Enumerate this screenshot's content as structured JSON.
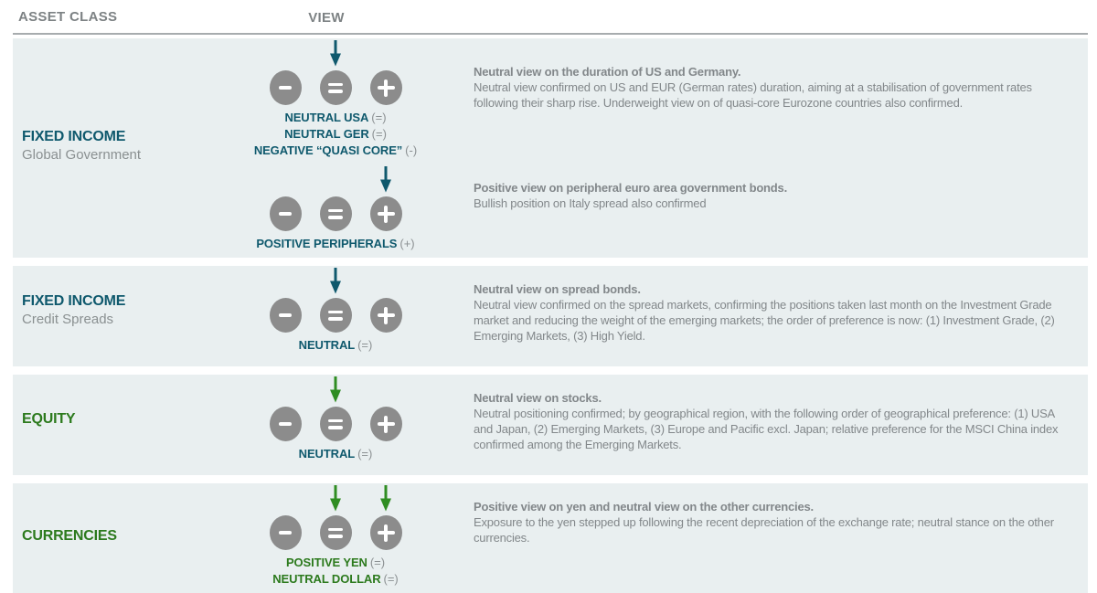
{
  "header": {
    "asset_class": "ASSET CLASS",
    "view": "VIEW"
  },
  "colors": {
    "teal": "#0f596d",
    "green": "#2c7a1d",
    "green_arrow": "#2f8d22",
    "circle_gray": "#8c8c8c",
    "row_bg": "#e9eff0",
    "text_gray": "#82878a",
    "suffix_gray": "#8c9193",
    "subtitle_gray": "#8a9091",
    "header_gray": "#7d8284",
    "line_gray": "#a7acae"
  },
  "rows": [
    {
      "title": "FIXED INCOME",
      "subtitle": "Global Government",
      "sections": [
        {
          "arrow_on": [
            "equal"
          ],
          "labels": [
            {
              "text": "NEUTRAL USA",
              "suffix": "(=)"
            },
            {
              "text": "NEUTRAL GER",
              "suffix": "(=)"
            },
            {
              "text": "NEGATIVE “QUASI CORE”",
              "suffix": "(-)"
            }
          ],
          "heading": "Neutral view on the duration of US and Germany.",
          "body": "Neutral view confirmed on US and EUR (German rates) duration, aiming at a stabilisation of government rates following their sharp rise. Underweight view on of quasi-core Eurozone countries also confirmed."
        },
        {
          "arrow_on": [
            "plus"
          ],
          "labels": [
            {
              "text": "POSITIVE PERIPHERALS",
              "suffix": "(+)"
            }
          ],
          "heading": "Positive view on peripheral euro area government bonds.",
          "body": "Bullish position on Italy spread also confirmed"
        }
      ]
    },
    {
      "title": "FIXED INCOME",
      "subtitle": "Credit Spreads",
      "sections": [
        {
          "arrow_on": [
            "equal"
          ],
          "labels": [
            {
              "text": "NEUTRAL",
              "suffix": "(=)"
            }
          ],
          "heading": "Neutral view on spread bonds.",
          "body": "Neutral view confirmed on the spread markets, confirming the positions taken last month on the Investment Grade market and reducing the weight of the emerging markets; the order of preference is now: (1) Investment Grade, (2) Emerging Markets, (3) High Yield."
        }
      ]
    },
    {
      "title": "EQUITY",
      "subtitle": "",
      "sections": [
        {
          "arrow_on": [
            "equal"
          ],
          "labels": [
            {
              "text": "NEUTRAL",
              "suffix": "(=)"
            }
          ],
          "heading": "Neutral view on stocks.",
          "body": "Neutral positioning confirmed; by geographical region, with the following order of geographical preference: (1) USA and Japan, (2) Emerging Markets, (3) Europe and Pacific excl. Japan; relative preference for the MSCI China index confirmed among the Emerging Markets."
        }
      ]
    },
    {
      "title": "CURRENCIES",
      "subtitle": "",
      "sections": [
        {
          "arrow_on": [
            "equal",
            "plus"
          ],
          "labels": [
            {
              "text": "POSITIVE YEN",
              "suffix": "(=)"
            },
            {
              "text": "NEUTRAL DOLLAR",
              "suffix": "(=)"
            }
          ],
          "heading": "Positive view on yen and neutral view on the other currencies.",
          "body": "Exposure to the yen stepped up following the recent depreciation of the exchange rate; neutral stance on the other currencies."
        }
      ]
    }
  ]
}
